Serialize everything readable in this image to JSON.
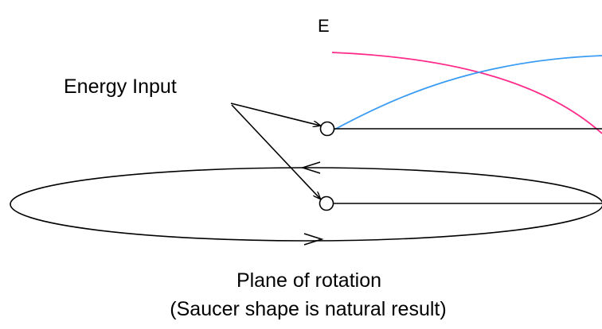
{
  "labels": {
    "axis_label": "E",
    "energy_input": "Energy Input",
    "plane_of_rotation": "Plane of rotation",
    "saucer_note": "(Saucer shape is natural result)"
  },
  "colors": {
    "curve_pink": "#ff2a8a",
    "curve_blue": "#3a9cf2",
    "lines": "#000000",
    "background": "#ffffff"
  }
}
